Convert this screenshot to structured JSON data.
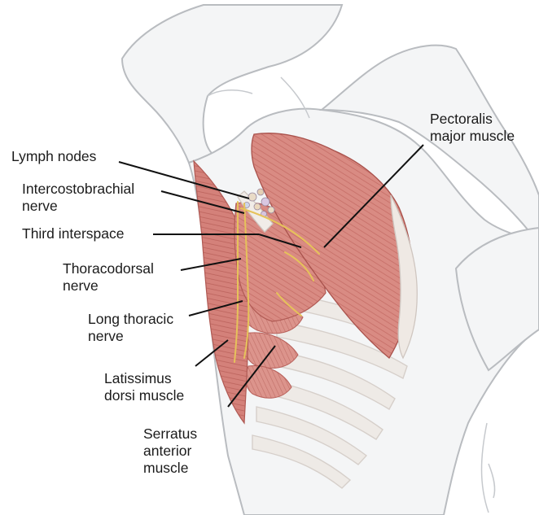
{
  "labels": {
    "pectoralis": [
      "Pectoralis",
      "major muscle"
    ],
    "lymph": "Lymph nodes",
    "intercosto": [
      "Intercostobrachial",
      "nerve"
    ],
    "third": "Third interspace",
    "thoraco": [
      "Thoracodorsal",
      "nerve"
    ],
    "longthoracic": [
      "Long thoracic",
      "nerve"
    ],
    "latissimus": [
      "Latissimus",
      "dorsi muscle"
    ],
    "serratus": [
      "Serratus",
      "anterior",
      "muscle"
    ]
  },
  "colors": {
    "skin_outline": "#b9bcc0",
    "skin_fill": "#f4f5f6",
    "muscle": "#d98b83",
    "muscle_dark": "#b8605a",
    "rib": "#eeeae6",
    "nerve": "#e6c25a",
    "leader": "#111111"
  }
}
